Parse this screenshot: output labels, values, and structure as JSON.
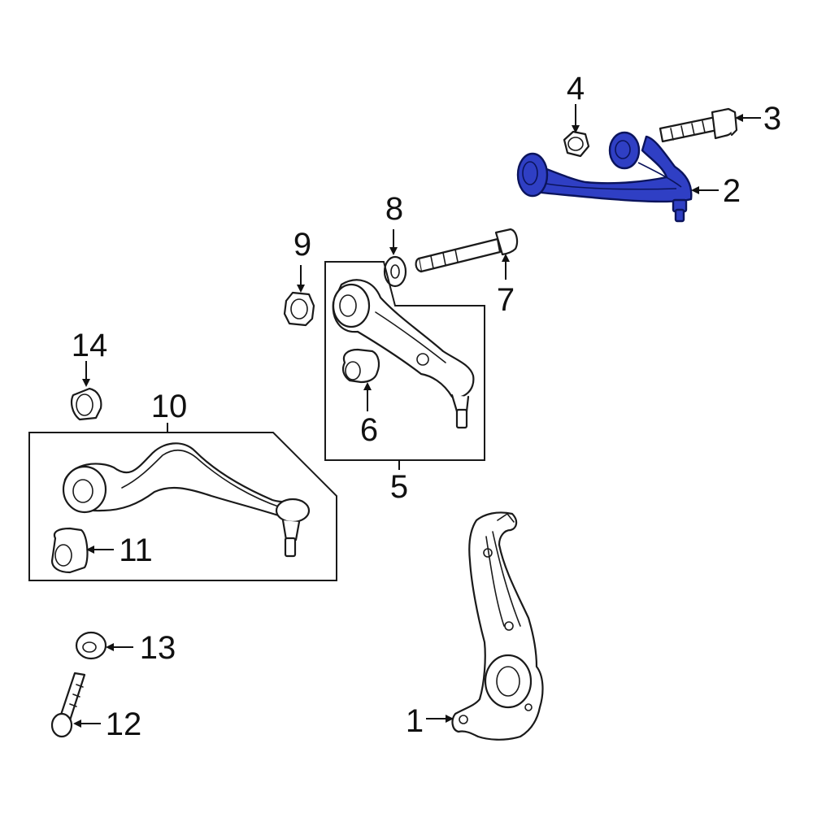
{
  "callouts": {
    "p1": "1",
    "p2": "2",
    "p3": "3",
    "p4": "4",
    "p5": "5",
    "p6": "6",
    "p7": "7",
    "p8": "8",
    "p9": "9",
    "p10": "10",
    "p11": "11",
    "p12": "12",
    "p13": "13",
    "p14": "14"
  },
  "highlight_part": "2",
  "colors": {
    "highlight_fill": "#2f3fc4",
    "highlight_outline": "#0b145c",
    "line": "#1a1a1a",
    "background": "#ffffff"
  }
}
